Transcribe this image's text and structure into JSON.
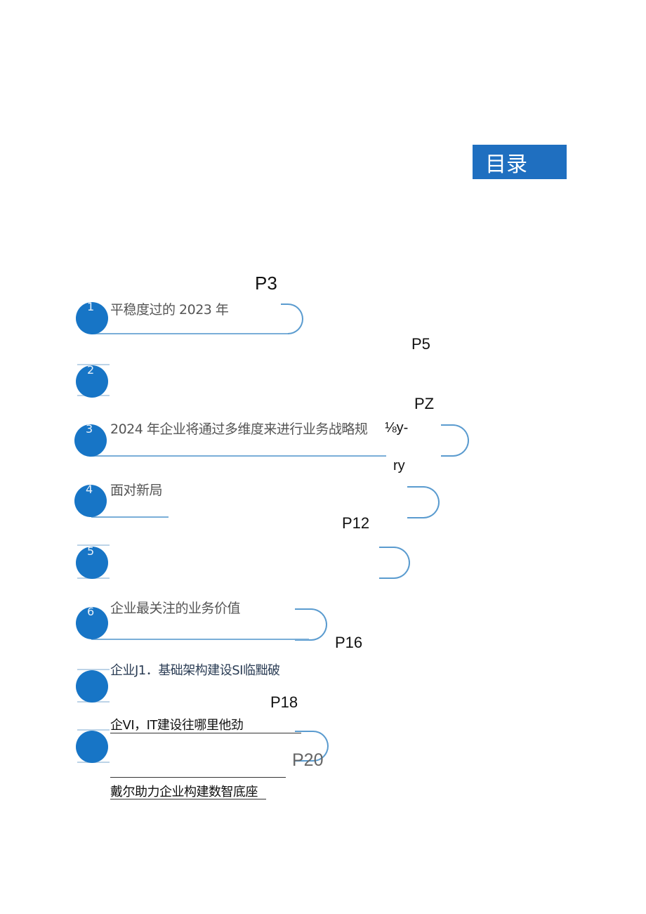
{
  "header": {
    "title": "目录"
  },
  "toc": {
    "n1": "1",
    "n2": "2",
    "n3": "3",
    "n4": "4",
    "n5": "5",
    "n6": "6",
    "item1": "平稳度过的 2023 年",
    "item3": "2024 年企业将通过多维度来进行业务战略规",
    "item3_tail": "⅛y-",
    "item3_tail2": "ry",
    "item4": "面对新局",
    "item6": "企业最关注的业务价值",
    "item7": "企业J1．基础架构建设SI临黜破",
    "item8": "企VI，IT建设往哪里他劲",
    "item9": "戴尔助力企业构建数智底座"
  },
  "pages": {
    "p1": "P3",
    "p2": "P5",
    "p3": "PZ",
    "p4": "P12",
    "p5": "P16",
    "p6": "P18",
    "p7": "P20"
  },
  "colors": {
    "accent": "#1f6fc0",
    "circle": "#1775c6",
    "outline": "#5a9bcf"
  }
}
